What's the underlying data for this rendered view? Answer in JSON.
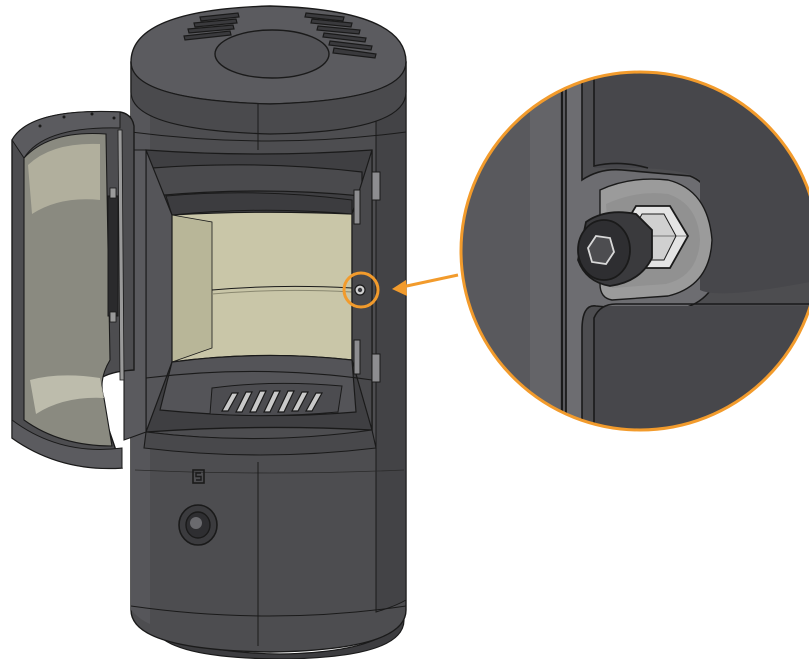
{
  "figure": {
    "subject": "stove-with-open-door",
    "callout_icon": "hex-socket-bolt",
    "brand_icon": "logo-badge"
  },
  "colors": {
    "body": "#4d4d50",
    "body_light": "#5b5b5f",
    "body_dark": "#3a3a3d",
    "outline": "#1a1a1a",
    "firebox": "#c9c6a8",
    "firebox_shadow": "#a9a78d",
    "glass": "#8a8a80",
    "glass_light": "#c6c4b4",
    "accent": "#f29b2c",
    "gasket": "#9a9a9a"
  }
}
